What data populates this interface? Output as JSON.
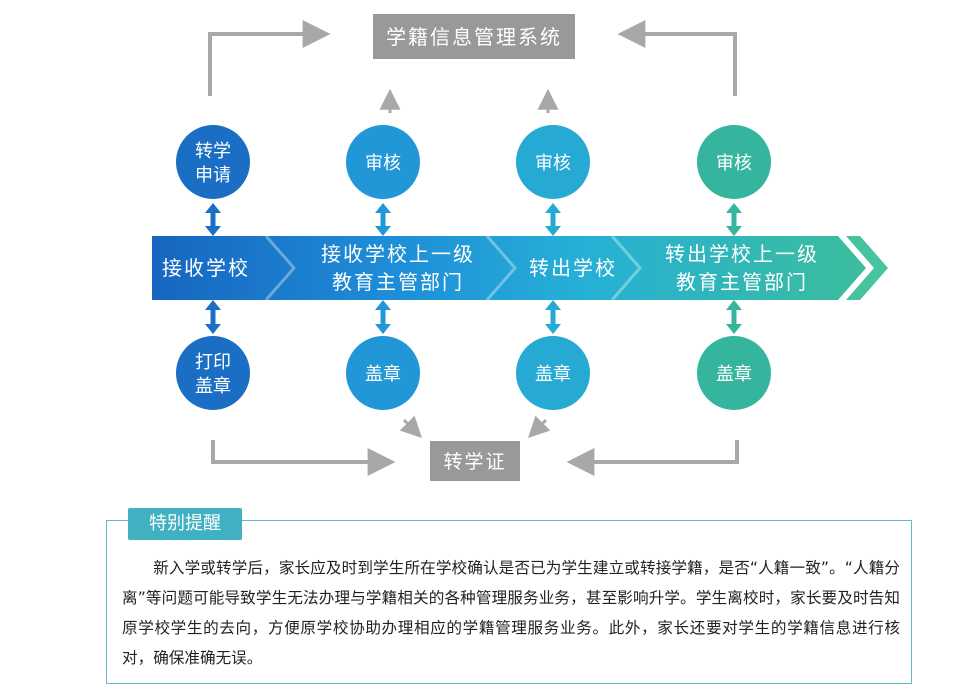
{
  "top_box": "学籍信息管理系统",
  "bottom_box": "转学证",
  "chevrons": [
    "接收学校",
    "接收学校上一级教育主管部门",
    "转出学校",
    "转出学校上一级教育主管部门"
  ],
  "chevron_lines": [
    [
      "接收学校"
    ],
    [
      "接收学校上一级",
      "教育主管部门"
    ],
    [
      "转出学校"
    ],
    [
      "转出学校上一级",
      "教育主管部门"
    ]
  ],
  "top_circles": [
    [
      "转学",
      "申请"
    ],
    [
      "审核"
    ],
    [
      "审核"
    ],
    [
      "审核"
    ]
  ],
  "bottom_circles": [
    [
      "打印",
      "盖章"
    ],
    [
      "盖章"
    ],
    [
      "盖章"
    ],
    [
      "盖章"
    ]
  ],
  "notice": {
    "title": "特别提醒",
    "body": "新入学或转学后，家长应及时到学生所在学校确认是否已为学生建立或转接学籍，是否“人籍一致”。“人籍分离”等问题可能导致学生无法办理与学籍相关的各种管理服务业务，甚至影响升学。学生离校时，家长要及时告知原学校学生的去向，方便原学校协助办理相应的学籍管理服务业务。此外，家长还要对学生的学籍信息进行核对，确保准确无误。"
  },
  "colors": {
    "stage": [
      "#1a6fc4",
      "#2197d8",
      "#26a9d2",
      "#35b59e"
    ],
    "arrow_gray": "#a8a8a8",
    "box_gray": "#999999",
    "accent_teal": "#3fb1c0"
  }
}
